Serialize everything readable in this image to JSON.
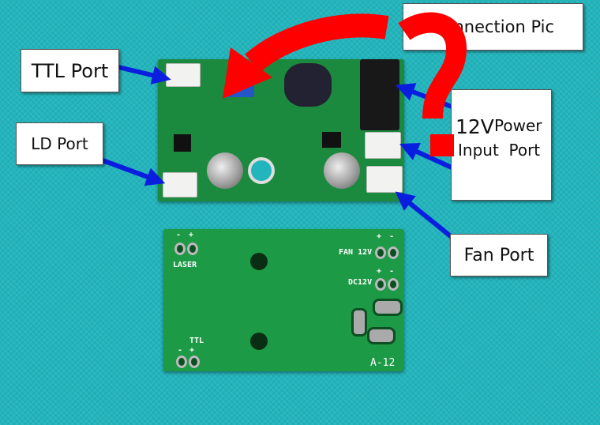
{
  "labels": {
    "connection_pic": "Connection Pic",
    "ttl_port": "TTL Port",
    "ld_port": "LD Port",
    "power_12v": "12V",
    "power_rest_line1": "Power",
    "power_rest_line2": "Input  Port",
    "fan_port": "Fan Port"
  },
  "board_silkscreen": {
    "laser": "LASER",
    "ttl": "TTL",
    "fan": "FAN 12V",
    "dc": "DC12V",
    "model": "A-12",
    "plus": "+",
    "minus": "-"
  },
  "colors": {
    "background": "#22b5bd",
    "pcb": "#1b8a3e",
    "arrow_blue": "#0a1ee0",
    "mark_red": "#ff0000"
  }
}
